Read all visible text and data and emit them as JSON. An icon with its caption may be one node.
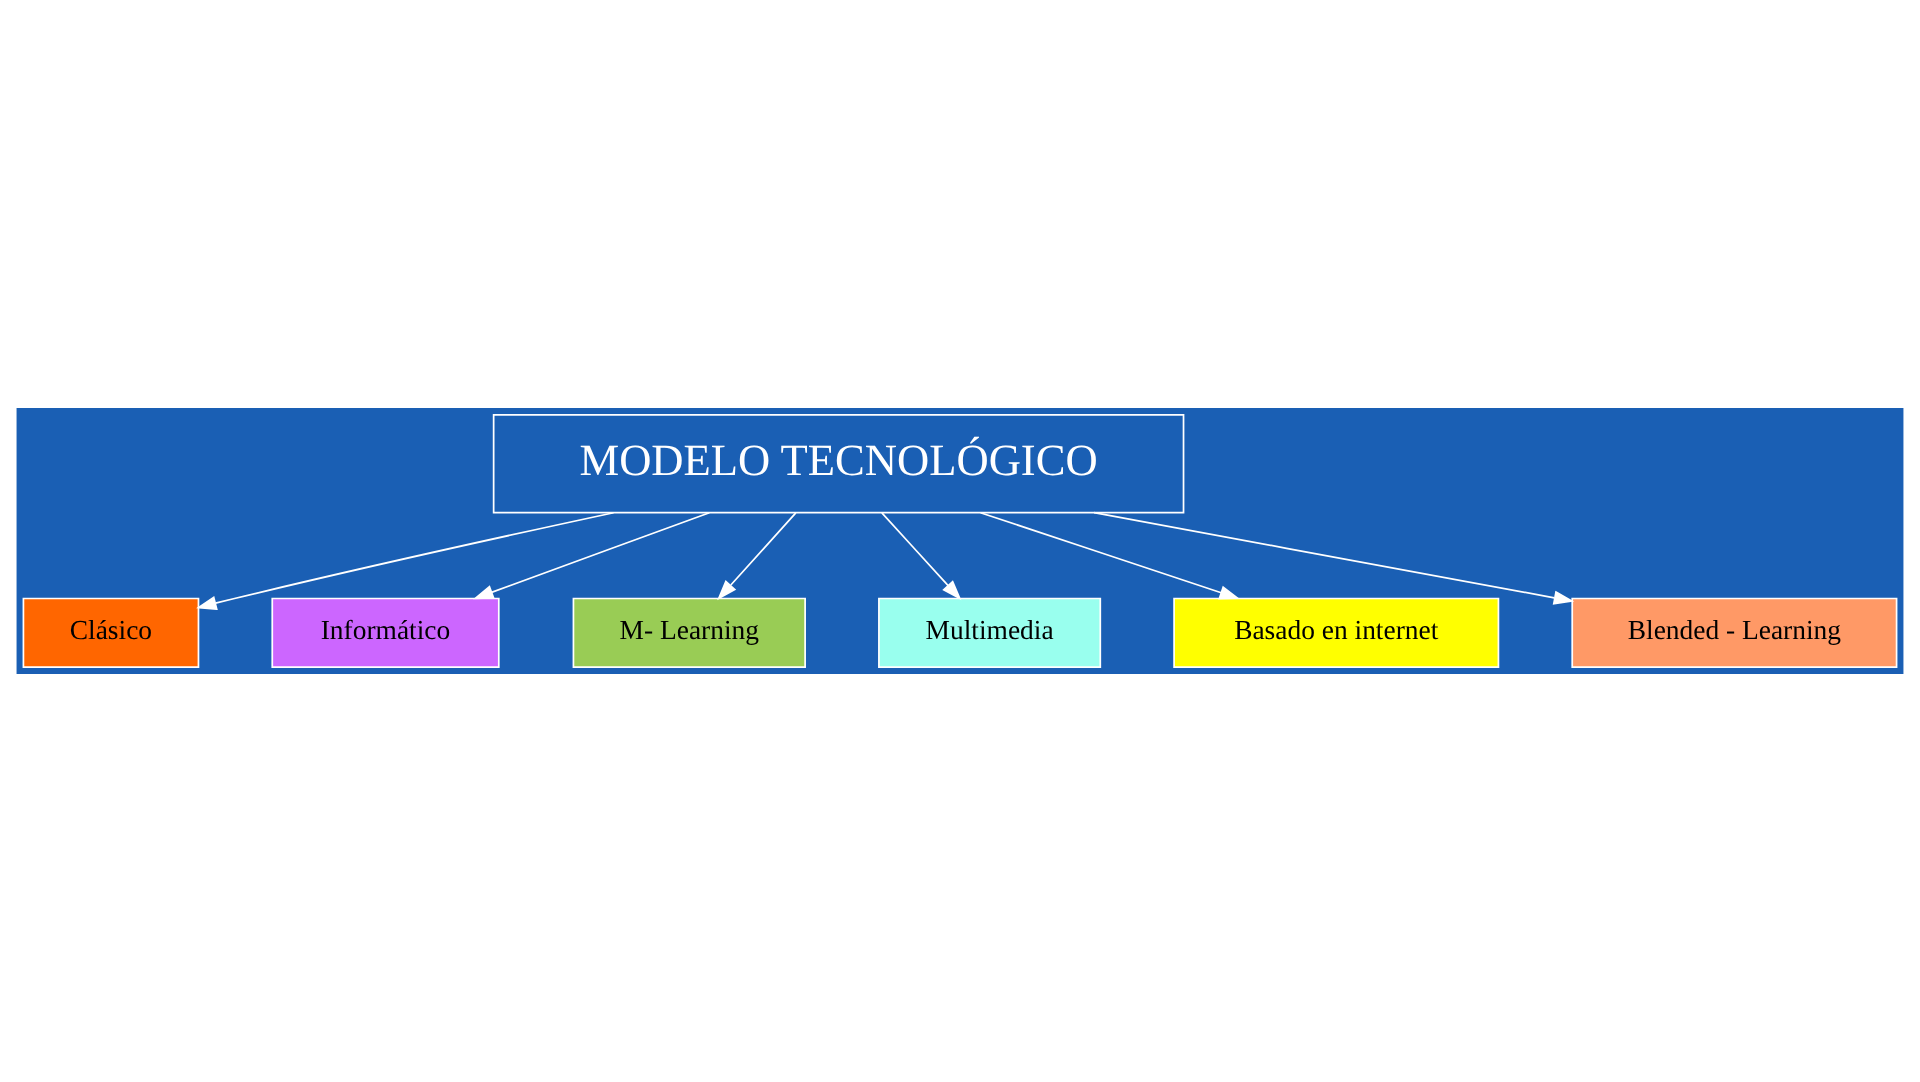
{
  "diagram": {
    "nodes": [
      {
        "text": [
          "MODELO TECNOLÓGICO"
        ]
      },
      {
        "text": [
          "Clásico"
        ]
      },
      {
        "text": [
          "Informático"
        ]
      },
      {
        "text": [
          "M- Learning"
        ]
      },
      {
        "text": [
          "Multimedia"
        ]
      },
      {
        "text": [
          "Basado en internet"
        ]
      },
      {
        "text": [
          "Blended - Learning"
        ]
      }
    ],
    "edges": [
      {
        "from": 0,
        "to": 1,
        "arrow": "to"
      },
      {
        "from": 0,
        "to": 2,
        "arrow": "to"
      },
      {
        "from": 0,
        "to": 3,
        "arrow": "to"
      },
      {
        "from": 0,
        "to": 4,
        "arrow": "to"
      },
      {
        "from": 0,
        "to": 5,
        "arrow": "to"
      },
      {
        "from": 0,
        "to": 6,
        "arrow": "to"
      }
    ]
  }
}
